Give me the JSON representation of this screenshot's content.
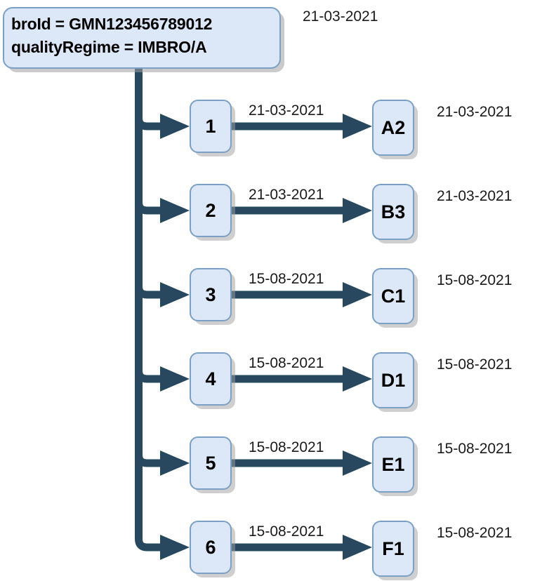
{
  "colors": {
    "node_fill": "#dce7f7",
    "node_border": "#7ba0c6",
    "connector": "#27485e",
    "text": "#1a1a1a",
    "shadow": "#a0a0a0",
    "background": "#ffffff"
  },
  "root": {
    "line1": "broId = GMN123456789012",
    "line2": "qualityRegime = IMBRO/A",
    "date": "21-03-2021"
  },
  "rows": [
    {
      "left_label": "1",
      "right_label": "A2",
      "edge_date": "21-03-2021",
      "right_date": "21-03-2021"
    },
    {
      "left_label": "2",
      "right_label": "B3",
      "edge_date": "21-03-2021",
      "right_date": "21-03-2021"
    },
    {
      "left_label": "3",
      "right_label": "C1",
      "edge_date": "15-08-2021",
      "right_date": "15-08-2021"
    },
    {
      "left_label": "4",
      "right_label": "D1",
      "edge_date": "15-08-2021",
      "right_date": "15-08-2021"
    },
    {
      "left_label": "5",
      "right_label": "E1",
      "edge_date": "15-08-2021",
      "right_date": "15-08-2021"
    },
    {
      "left_label": "6",
      "right_label": "F1",
      "edge_date": "15-08-2021",
      "right_date": "15-08-2021"
    }
  ]
}
